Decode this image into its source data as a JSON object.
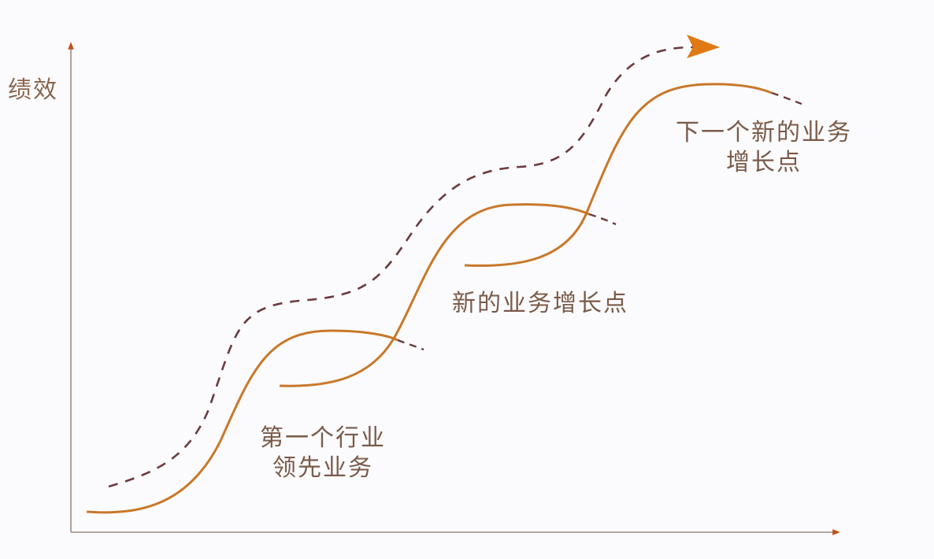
{
  "diagram": {
    "type": "s-curve-growth",
    "y_axis_label": "绩效",
    "labels": {
      "first": [
        "第一个行业",
        "领先业务"
      ],
      "second": "新的业务增长点",
      "third": [
        "下一个新的业务",
        "增长点"
      ]
    },
    "colors": {
      "curve": "#c8782a",
      "dashed": "#6b3a3e",
      "arrowhead": "#e07a14",
      "axis": "#9a8a80",
      "axis_arrow": "#c0501a",
      "text": "#7a5a48"
    }
  }
}
